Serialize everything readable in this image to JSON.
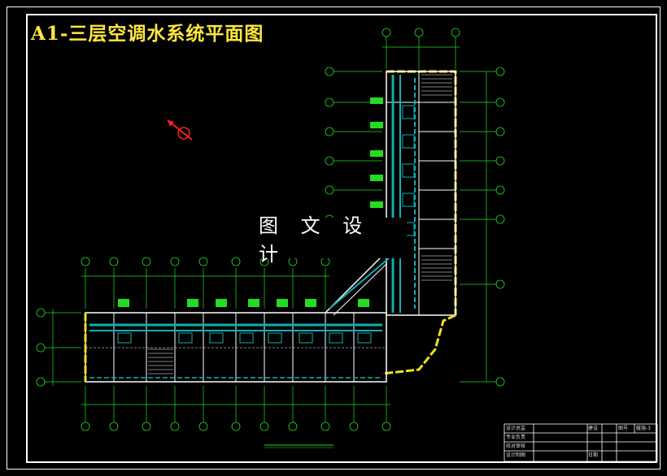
{
  "title": "A1-三层空调水系统平面图",
  "watermark": "图 文 设 计",
  "colors": {
    "background": "#000000",
    "title": "#ffe640",
    "wall": "#ffffff",
    "axis": "#22dd22",
    "pipe": "#10b0b0",
    "exterior_wall": "#f0e020",
    "compass": "#ff2020"
  },
  "compass_icon": "north-arrow-icon",
  "title_block": {
    "rows": [
      [
        "设计总监",
        "",
        "建设",
        "",
        "图号",
        "暖施-3"
      ],
      [
        "专业负责",
        "",
        "",
        "",
        "",
        ""
      ],
      [
        "校对审核",
        "",
        "",
        "",
        "",
        ""
      ],
      [
        "设计制图",
        "",
        "日期",
        "",
        "",
        ""
      ]
    ]
  }
}
